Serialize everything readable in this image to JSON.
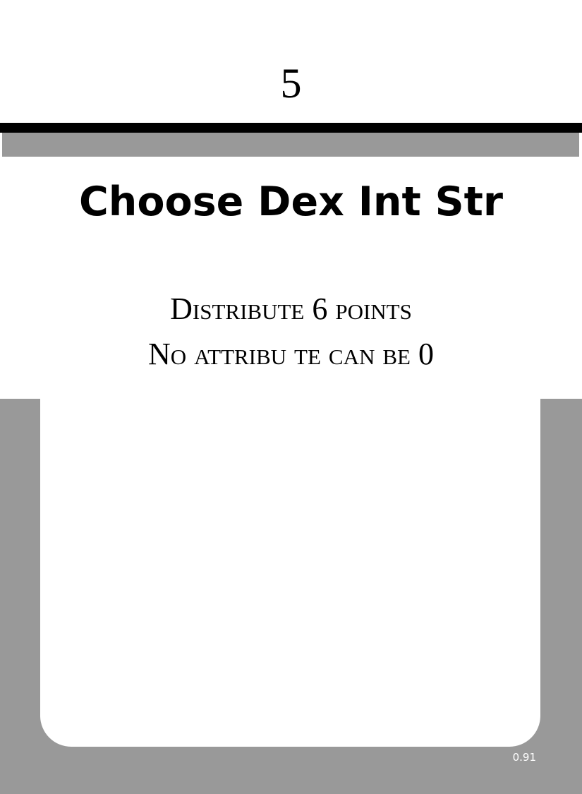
{
  "card": {
    "number": "5",
    "title": "Choose Dex Int Str",
    "rules": [
      "Distribute 6 points",
      "No attribu te can be 0"
    ],
    "version": "0.91"
  },
  "colors": {
    "frame_grey": "#999999",
    "rule_black": "#000000",
    "background": "#ffffff"
  }
}
